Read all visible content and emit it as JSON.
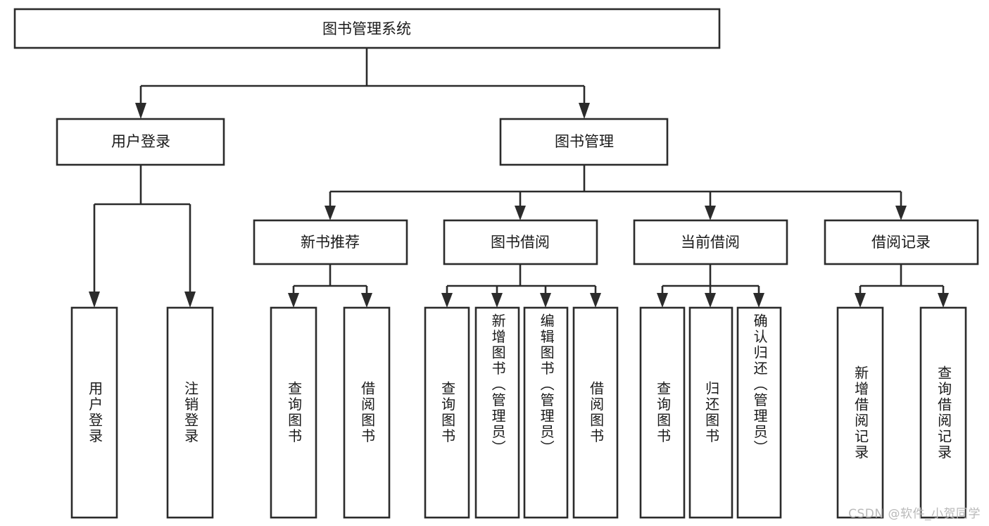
{
  "diagram": {
    "type": "tree-hierarchy-chart",
    "title_node": {
      "label": "图书管理系统"
    },
    "level2": [
      {
        "id": "user-login",
        "label": "用户登录"
      },
      {
        "id": "book-management",
        "label": "图书管理"
      }
    ],
    "level3": [
      {
        "id": "new-book-recommend",
        "label": "新书推荐",
        "parent": "book-management"
      },
      {
        "id": "book-borrow",
        "label": "图书借阅",
        "parent": "book-management"
      },
      {
        "id": "current-borrow",
        "label": "当前借阅",
        "parent": "book-management"
      },
      {
        "id": "borrow-record",
        "label": "借阅记录",
        "parent": "book-management"
      }
    ],
    "leaves": [
      {
        "id": "leaf-user-login",
        "label": "用户登录",
        "parent": "user-login"
      },
      {
        "id": "leaf-logout-login",
        "label": "注销登录",
        "parent": "user-login"
      },
      {
        "id": "leaf-query-book-1",
        "label": "查询图书",
        "parent": "new-book-recommend"
      },
      {
        "id": "leaf-borrow-book-1",
        "label": "借阅图书",
        "parent": "new-book-recommend"
      },
      {
        "id": "leaf-query-book-2",
        "label": "查询图书",
        "parent": "book-borrow"
      },
      {
        "id": "leaf-add-book",
        "label": "新增图书（管理员）",
        "parent": "book-borrow"
      },
      {
        "id": "leaf-edit-book",
        "label": "编辑图书（管理员）",
        "parent": "book-borrow"
      },
      {
        "id": "leaf-borrow-book-2",
        "label": "借阅图书",
        "parent": "book-borrow"
      },
      {
        "id": "leaf-query-book-3",
        "label": "查询图书",
        "parent": "current-borrow"
      },
      {
        "id": "leaf-return-book",
        "label": "归还图书",
        "parent": "current-borrow"
      },
      {
        "id": "leaf-confirm-return",
        "label": "确认归还（管理员）",
        "parent": "current-borrow"
      },
      {
        "id": "leaf-add-record",
        "label": "新增借阅记录",
        "parent": "borrow-record"
      },
      {
        "id": "leaf-query-record",
        "label": "查询借阅记录",
        "parent": "borrow-record"
      }
    ],
    "watermark": "CSDN @软件_小贺同学",
    "colors": {
      "background": "#ffffff",
      "box_fill": "#ffffff",
      "box_stroke": "#2b2b2b",
      "connector": "#2b2b2b",
      "text": "#1a1a1a",
      "watermark": "#b9b9b9"
    }
  }
}
